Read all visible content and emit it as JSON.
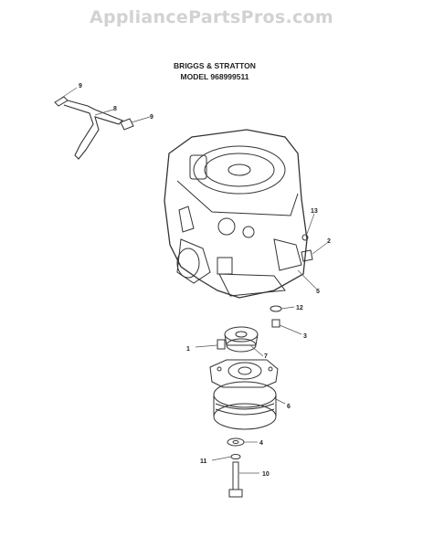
{
  "watermark": "AppliancePartsPros.com",
  "title": {
    "line1": "BRIGGS & STRATTON",
    "line2": "MODEL 968999511"
  },
  "callouts": [
    "9",
    "8",
    "9",
    "13",
    "2",
    "5",
    "12",
    "3",
    "1",
    "7",
    "6",
    "4",
    "11",
    "10"
  ]
}
